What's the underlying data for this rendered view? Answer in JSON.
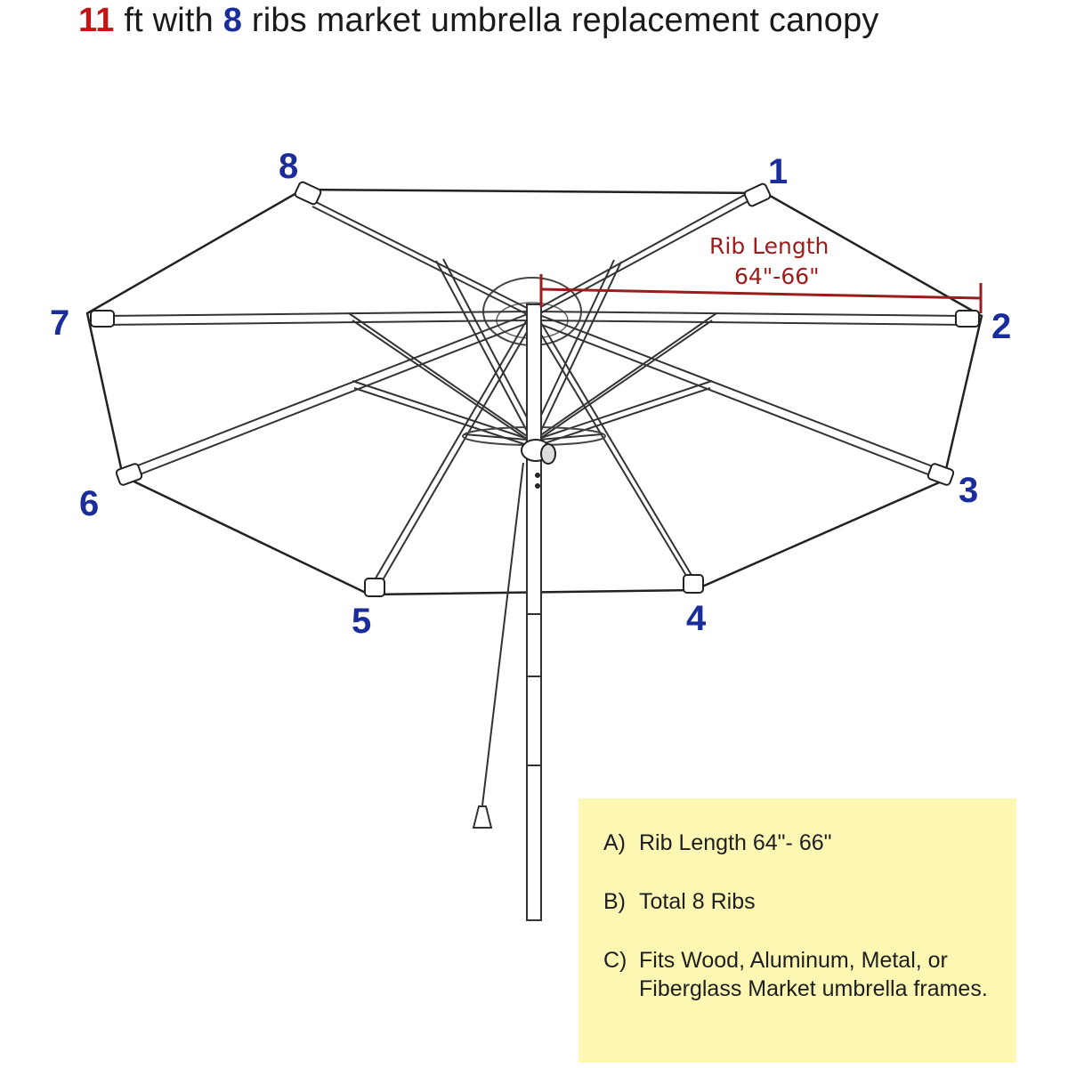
{
  "title": {
    "size_value": "11",
    "size_unit_text": " ft with ",
    "ribs_value": "8",
    "rest_text": " ribs market umbrella replacement canopy"
  },
  "diagram": {
    "rib_numbers": [
      "1",
      "2",
      "3",
      "4",
      "5",
      "6",
      "7",
      "8"
    ],
    "rib_length_label": {
      "line1": "Rib Length",
      "line2": "64\"-66\""
    }
  },
  "spec_box": {
    "items": [
      {
        "letter": "A)",
        "text": "Rib Length 64\"- 66\""
      },
      {
        "letter": "B)",
        "text": "Total 8 Ribs"
      },
      {
        "letter": "C)",
        "text": "Fits Wood, Aluminum, Metal, or Fiberglass Market umbrella frames."
      }
    ]
  },
  "colors": {
    "title_size_number": "#c41414",
    "title_rib_number": "#1a2d9a",
    "rib_numbers": "#1a2d9a",
    "rib_length_annotation": "#9b1c1c",
    "spec_box_background": "#fcf8b4"
  }
}
